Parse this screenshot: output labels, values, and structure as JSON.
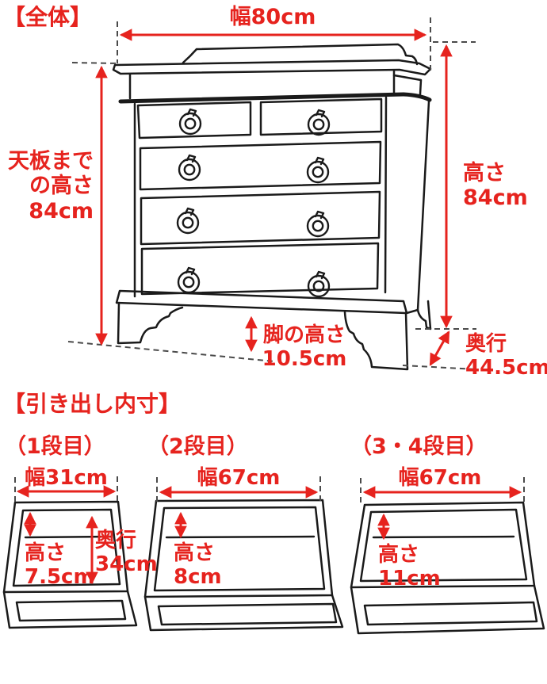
{
  "page": {
    "background": "#ffffff",
    "accent_red": "#e6231e",
    "line_black": "#1a1a1a",
    "dash_gray": "#4a4a4a",
    "illustration": "antique-chest-of-drawers-dimension-diagram"
  },
  "overall": {
    "section_title": "【全体】",
    "width_label": "幅80cm",
    "top_board_height_label": "天板まで\nの高さ\n84cm",
    "height_label": "高さ\n84cm",
    "leg_height_label": "脚の高さ\n10.5cm",
    "depth_label": "奥行\n44.5cm"
  },
  "drawer_inner": {
    "section_title": "【引き出し内寸】",
    "tiers": [
      {
        "tier_label": "（1段目）",
        "width_label": "幅31cm",
        "height_label": "高さ\n7.5cm",
        "depth_label": "奥行\n34cm"
      },
      {
        "tier_label": "（2段目）",
        "width_label": "幅67cm",
        "height_label": "高さ\n8cm"
      },
      {
        "tier_label": "（3・4段目）",
        "width_label": "幅67cm",
        "height_label": "高さ\n11cm"
      }
    ]
  }
}
